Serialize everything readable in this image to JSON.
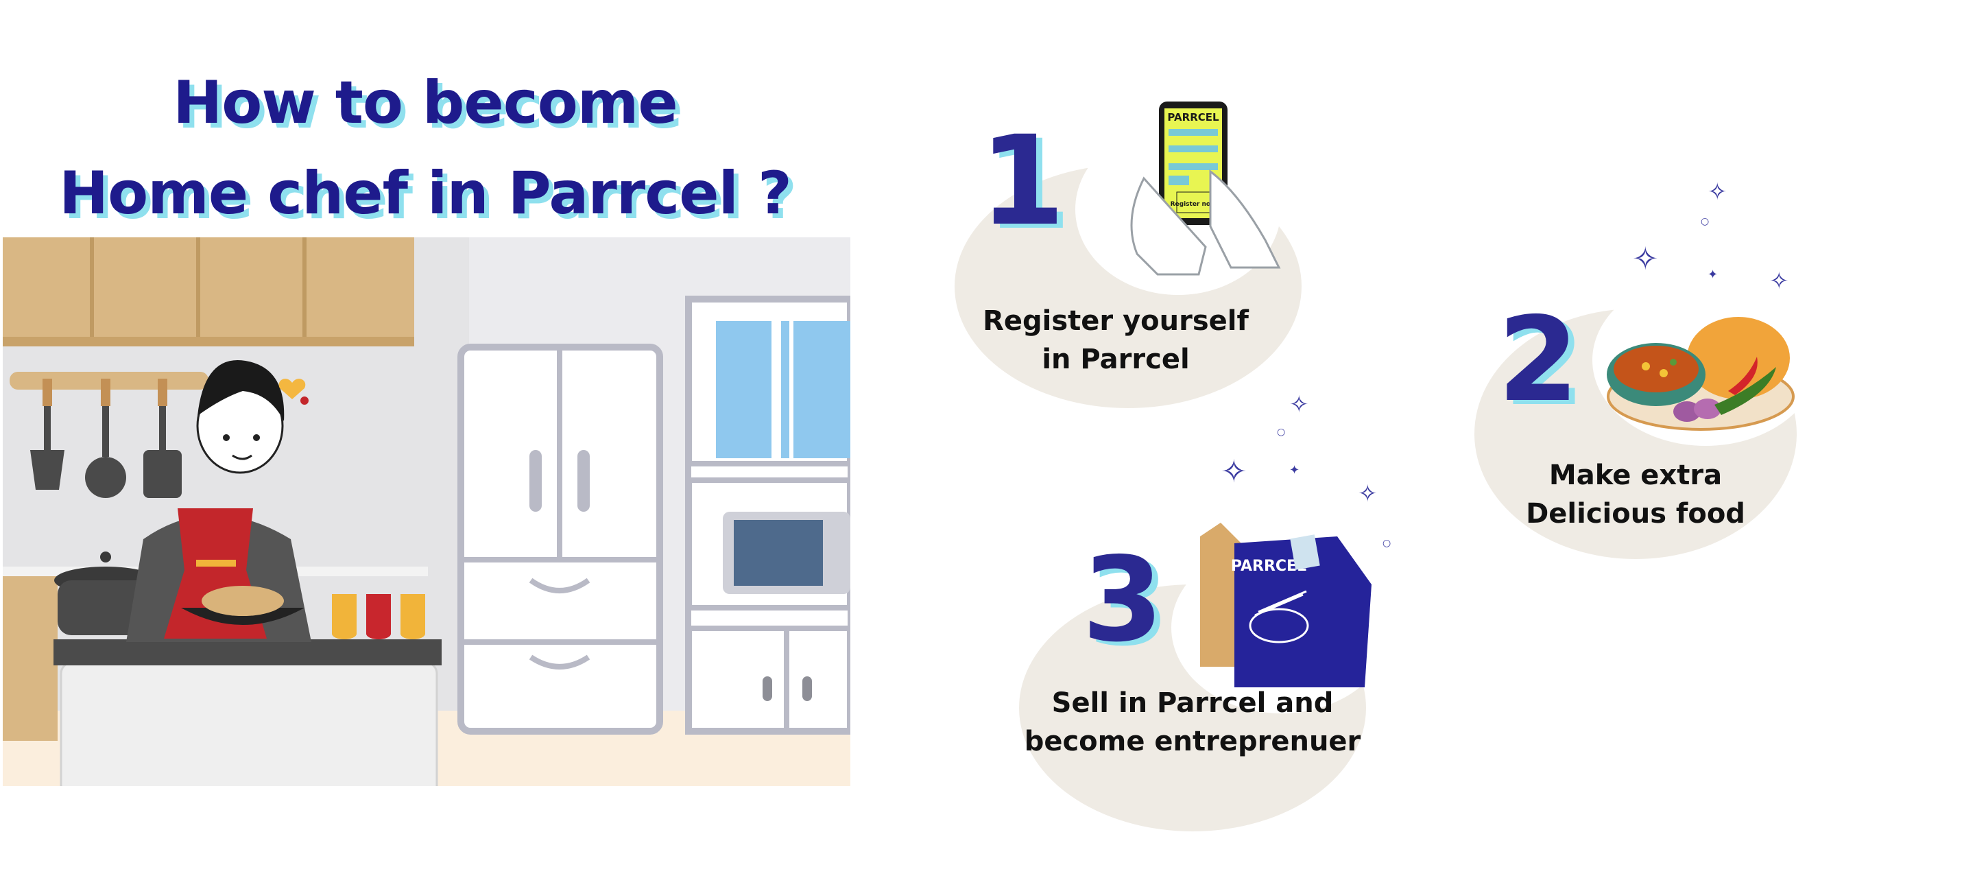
{
  "title": {
    "line1": "How to become",
    "line2": "Home chef in Parrcel ?"
  },
  "steps": [
    {
      "number": "1",
      "caption_line1": "Register yourself",
      "caption_line2": "in Parrcel",
      "phone": {
        "brand": "PARRCEL",
        "button": "Register now"
      }
    },
    {
      "number": "2",
      "caption_line1": "Make extra",
      "caption_line2": "Delicious food"
    },
    {
      "number": "3",
      "caption_line1": "Sell in Parrcel and",
      "caption_line2": "become entreprenuer",
      "bag": {
        "brand": "PARRCEL"
      }
    }
  ],
  "colors": {
    "title": "#1e1b8c",
    "title_shadow": "#8fe0ee",
    "number": "#2b2991",
    "blob": "#efebe4",
    "bag": "#23239a",
    "phone_screen": "#e8f552"
  },
  "illustration": {
    "name": "chef-cooking-in-kitchen",
    "heart_icon": "heart-icon"
  }
}
